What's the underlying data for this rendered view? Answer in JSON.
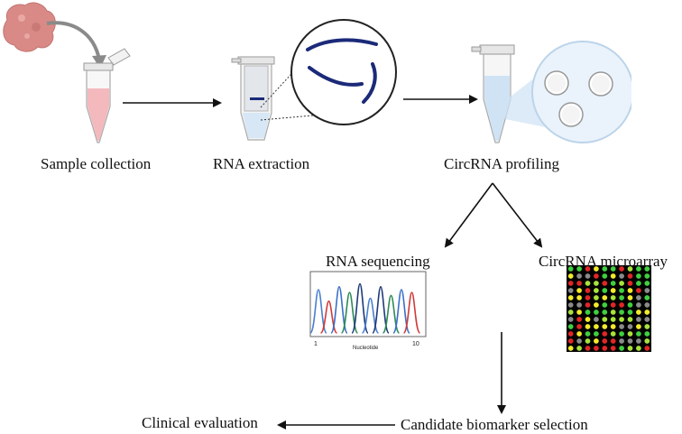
{
  "steps": {
    "sample_collection": "Sample collection",
    "rna_extraction": "RNA extraction",
    "circrna_profiling": "CircRNA profiling",
    "rna_sequencing": "RNA  sequencing",
    "circrna_microarray": "CircRNA microarray",
    "candidate_selection": "Candidate biomarker selection",
    "clinical_evaluation": "Clinical evaluation"
  },
  "chromatogram": {
    "x_axis_label": "Nucleotide",
    "tick_start": "1",
    "tick_end": "10",
    "peak_colors": [
      "#4a7fd0",
      "#d13a3a",
      "#3b6fc9",
      "#2e8b57",
      "#1f3a78",
      "#4a7fd0",
      "#1f3a78",
      "#2e8b57",
      "#3b6fc9",
      "#d13a3a"
    ]
  },
  "microarray": {
    "rows": 12,
    "cols": 10,
    "spot_colors": [
      "#e02626",
      "#f2ea2a",
      "#3fcf3f",
      "#8a8a8a",
      "#a8e23a"
    ]
  },
  "colors": {
    "tube_fill_sample": "#f4b9bd",
    "tube_fill_profile": "#cfe3f5",
    "rna_strand": "#1b2a78",
    "arrow": "#111111",
    "tissue": "#d98a86"
  }
}
